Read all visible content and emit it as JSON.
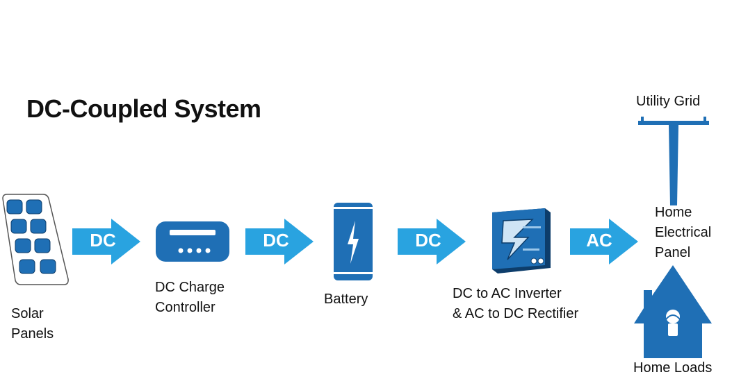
{
  "title": "DC-Coupled System",
  "labels": {
    "solar_panels": "Solar\nPanels",
    "charge_controller": "DC Charge\nController",
    "battery": "Battery",
    "inverter": "DC to AC Inverter\n& AC to DC Rectifier",
    "utility_grid": "Utility Grid",
    "home_panel": "Home\nElectrical\nPanel",
    "home_loads": "Home Loads"
  },
  "arrows": [
    "DC",
    "DC",
    "DC",
    "AC"
  ],
  "icons": {
    "solar": "solar-panel-icon",
    "controller": "charge-controller-icon",
    "battery": "battery-icon",
    "inverter": "inverter-icon",
    "grid": "utility-pole-icon",
    "home": "house-icon"
  },
  "colors": {
    "accent": "#1f6fb5",
    "arrow": "#29a3e0",
    "text": "#111111"
  }
}
